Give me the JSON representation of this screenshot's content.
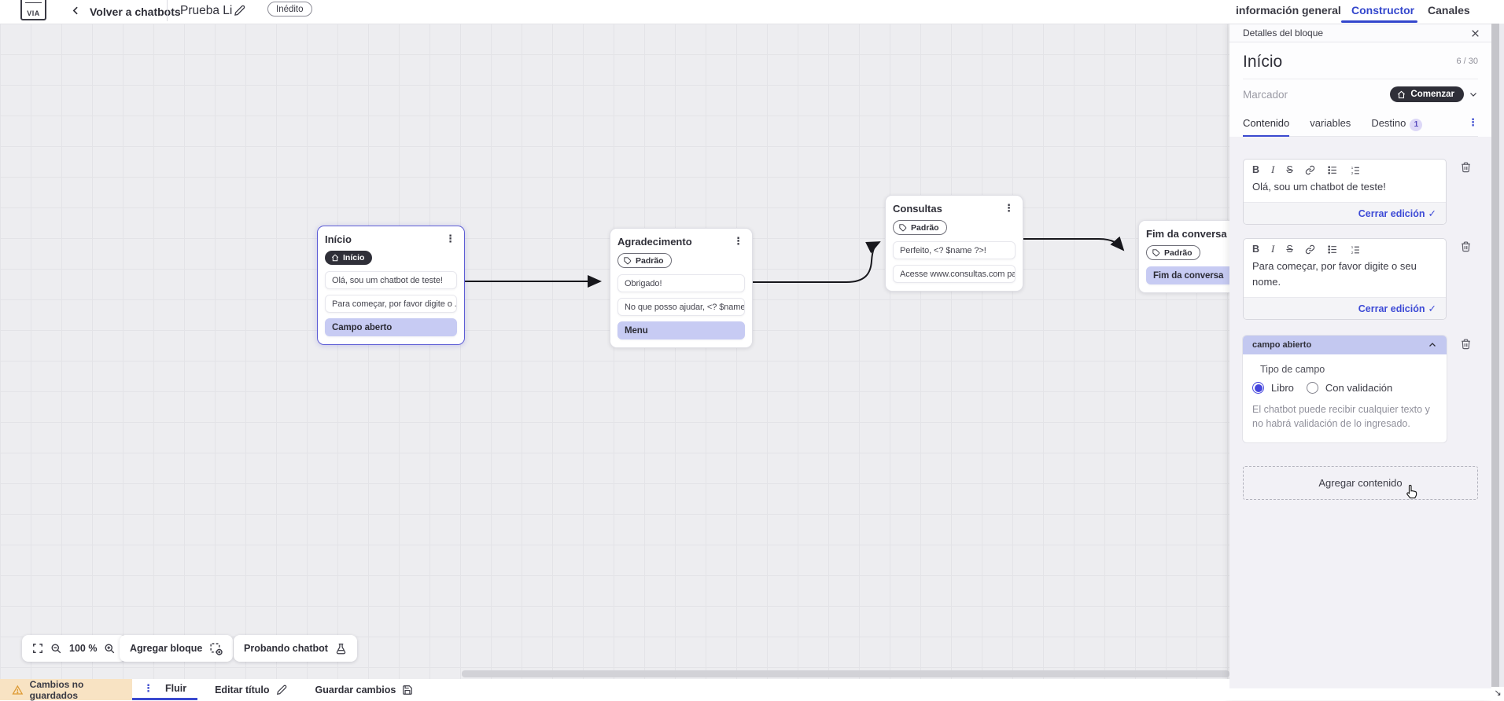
{
  "topbar": {
    "logo_text": "VIA",
    "back_label": "Volver a chatbots",
    "title": "Prueba Li",
    "status_badge": "Inédito",
    "tabs": [
      {
        "label": "información general",
        "active": false
      },
      {
        "label": "Constructor",
        "active": true
      },
      {
        "label": "Canales",
        "active": false
      }
    ]
  },
  "canvas": {
    "zoom_level": "100 %",
    "add_block_label": "Agregar bloque",
    "test_chatbot_label": "Probando chatbot",
    "nodes": [
      {
        "title": "Início",
        "badge": "Início",
        "badge_style": "dark",
        "selected": true,
        "items": [
          "Olá, sou um chatbot de teste!",
          "Para começar, por favor digite o ...",
          "Campo aberto"
        ]
      },
      {
        "title": "Agradecimento",
        "badge": "Padrão",
        "badge_style": "outline",
        "selected": false,
        "items": [
          "Obrigado!",
          "No que posso ajudar, <? $name ...",
          "Menu"
        ]
      },
      {
        "title": "Consultas",
        "badge": "Padrão",
        "badge_style": "outline",
        "selected": false,
        "items": [
          "Perfeito, <? $name ?>!",
          "Acesse www.consultas.com par..."
        ]
      },
      {
        "title": "Fim da conversa",
        "badge": "Padrão",
        "badge_style": "outline",
        "selected": false,
        "items": [
          "Fim da conversa"
        ]
      }
    ]
  },
  "panel": {
    "header": "Detalles del bloque",
    "block_name": "Início",
    "char_counter": "6 / 30",
    "marker_label": "Marcador",
    "marker_value": "Comenzar",
    "tabs": [
      {
        "label": "Contenido",
        "active": true
      },
      {
        "label": "variables",
        "active": false
      },
      {
        "label": "Destino",
        "badge": "1",
        "active": false
      }
    ],
    "toolbar": {
      "bold": "B",
      "italic": "I",
      "strike": "S"
    },
    "editors": [
      {
        "text": "Olá, sou um chatbot de teste!",
        "close_label": "Cerrar edición"
      },
      {
        "text": "Para começar, por favor digite o seu nome.",
        "close_label": "Cerrar edición"
      }
    ],
    "open_field": {
      "header": "campo abierto",
      "type_label": "Tipo de campo",
      "options": [
        {
          "label": "Libro",
          "selected": true
        },
        {
          "label": "Con validación",
          "selected": false
        }
      ],
      "help_text": "El chatbot puede recibir cualquier texto y no habrá validación de lo ingresado."
    },
    "add_content_label": "Agregar contenido"
  },
  "bottombar": {
    "unsaved_label": "Cambios no guardados",
    "flow_tab": "Fluir",
    "edit_title_label": "Editar título",
    "save_label": "Guardar cambios"
  },
  "icons": {
    "more_vertical": "⋮",
    "check": "✓",
    "scroll_corner": "↘"
  },
  "colors": {
    "accent": "#3a49cf",
    "highlight_lavender": "#c7cbf3",
    "dark_pill": "#2f2f38",
    "warning_bg": "#f8e3c3",
    "canvas_bg": "#ededf0"
  }
}
